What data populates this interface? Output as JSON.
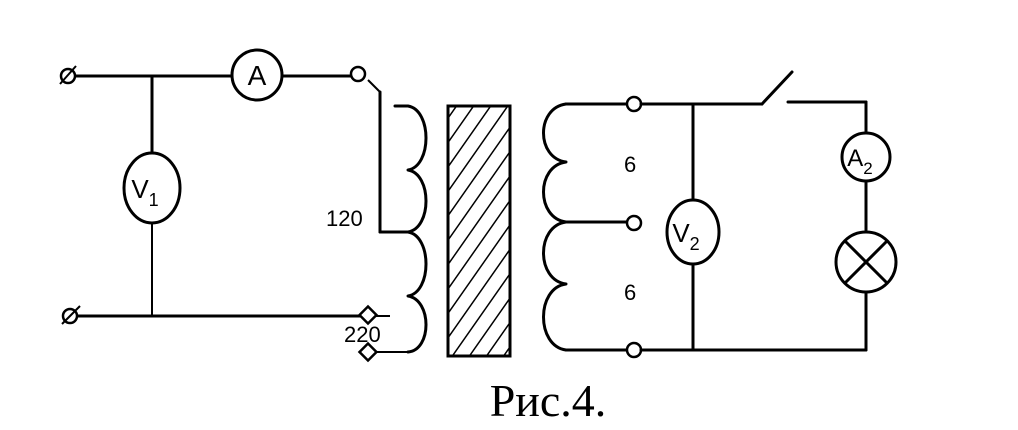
{
  "meters": {
    "ammeter_primary": "А",
    "voltmeter_primary": {
      "main": "V",
      "sub": "1"
    },
    "voltmeter_secondary": {
      "main": "V",
      "sub": "2"
    },
    "ammeter_secondary": {
      "main": "A",
      "sub": "2"
    }
  },
  "windings": {
    "primary_tap_120": "120",
    "primary_tap_220": "220",
    "secondary_upper": "6",
    "secondary_lower": "6"
  },
  "caption": "Рис.4."
}
